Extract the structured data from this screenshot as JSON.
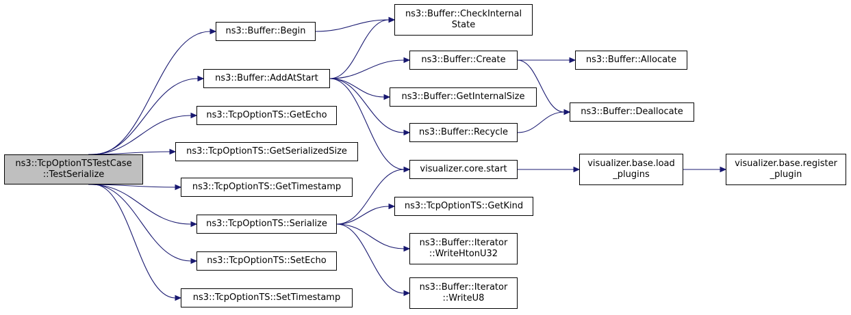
{
  "graph": {
    "edge_color": "#191970",
    "root_fill": "#bfbfbf",
    "nodes": [
      {
        "id": "root",
        "label": "ns3::TcpOptionTSTestCase\n::TestSerialize",
        "root": true
      },
      {
        "id": "begin",
        "label": "ns3::Buffer::Begin"
      },
      {
        "id": "addatstart",
        "label": "ns3::Buffer::AddAtStart"
      },
      {
        "id": "getecho",
        "label": "ns3::TcpOptionTS::GetEcho"
      },
      {
        "id": "getserializedsize",
        "label": "ns3::TcpOptionTS::GetSerializedSize"
      },
      {
        "id": "gettimestamp",
        "label": "ns3::TcpOptionTS::GetTimestamp"
      },
      {
        "id": "serialize",
        "label": "ns3::TcpOptionTS::Serialize"
      },
      {
        "id": "setecho",
        "label": "ns3::TcpOptionTS::SetEcho"
      },
      {
        "id": "settimestamp",
        "label": "ns3::TcpOptionTS::SetTimestamp"
      },
      {
        "id": "checkinternalstate",
        "label": "ns3::Buffer::CheckInternal\nState"
      },
      {
        "id": "create",
        "label": "ns3::Buffer::Create"
      },
      {
        "id": "getinternalsize",
        "label": "ns3::Buffer::GetInternalSize"
      },
      {
        "id": "recycle",
        "label": "ns3::Buffer::Recycle"
      },
      {
        "id": "vizstart",
        "label": "visualizer.core.start"
      },
      {
        "id": "getkind",
        "label": "ns3::TcpOptionTS::GetKind"
      },
      {
        "id": "writehtonu32",
        "label": "ns3::Buffer::Iterator\n::WriteHtonU32"
      },
      {
        "id": "writeu8",
        "label": "ns3::Buffer::Iterator\n::WriteU8"
      },
      {
        "id": "allocate",
        "label": "ns3::Buffer::Allocate"
      },
      {
        "id": "deallocate",
        "label": "ns3::Buffer::Deallocate"
      },
      {
        "id": "loadplugins",
        "label": "visualizer.base.load\n_plugins"
      },
      {
        "id": "registerplugin",
        "label": "visualizer.base.register\n_plugin"
      }
    ],
    "edges": [
      [
        "root",
        "begin"
      ],
      [
        "root",
        "addatstart"
      ],
      [
        "root",
        "getecho"
      ],
      [
        "root",
        "getserializedsize"
      ],
      [
        "root",
        "gettimestamp"
      ],
      [
        "root",
        "serialize"
      ],
      [
        "root",
        "setecho"
      ],
      [
        "root",
        "settimestamp"
      ],
      [
        "begin",
        "checkinternalstate"
      ],
      [
        "addatstart",
        "checkinternalstate"
      ],
      [
        "addatstart",
        "create"
      ],
      [
        "addatstart",
        "getinternalsize"
      ],
      [
        "addatstart",
        "recycle"
      ],
      [
        "addatstart",
        "vizstart"
      ],
      [
        "create",
        "allocate"
      ],
      [
        "create",
        "deallocate"
      ],
      [
        "recycle",
        "deallocate"
      ],
      [
        "vizstart",
        "loadplugins"
      ],
      [
        "loadplugins",
        "registerplugin"
      ],
      [
        "serialize",
        "vizstart"
      ],
      [
        "serialize",
        "getkind"
      ],
      [
        "serialize",
        "writehtonu32"
      ],
      [
        "serialize",
        "writeu8"
      ]
    ]
  }
}
